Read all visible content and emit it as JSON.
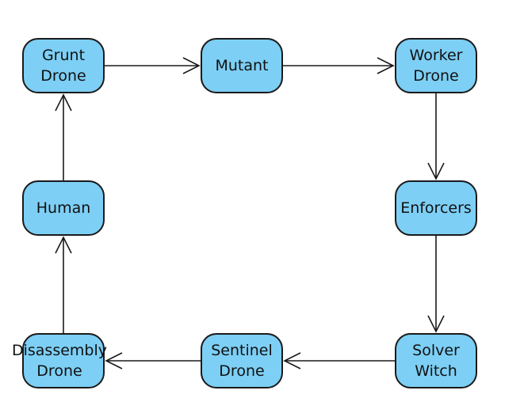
{
  "diagram": {
    "colors": {
      "node_fill": "#7dcff5",
      "node_stroke": "#1a1a1a",
      "edge_stroke": "#1a1a1a"
    },
    "nodes": {
      "grunt_drone": "Grunt\nDrone",
      "mutant": "Mutant",
      "worker_drone": "Worker\nDrone",
      "human": "Human",
      "enforcers": "Enforcers",
      "disassembly_drone": "Disassembly\nDrone",
      "sentinel_drone": "Sentinel\nDrone",
      "solver_witch": "Solver\nWitch"
    },
    "edges": [
      {
        "from": "grunt_drone",
        "to": "mutant"
      },
      {
        "from": "mutant",
        "to": "worker_drone"
      },
      {
        "from": "worker_drone",
        "to": "enforcers"
      },
      {
        "from": "enforcers",
        "to": "solver_witch"
      },
      {
        "from": "solver_witch",
        "to": "sentinel_drone"
      },
      {
        "from": "sentinel_drone",
        "to": "disassembly_drone"
      },
      {
        "from": "disassembly_drone",
        "to": "human"
      },
      {
        "from": "human",
        "to": "grunt_drone"
      }
    ]
  }
}
